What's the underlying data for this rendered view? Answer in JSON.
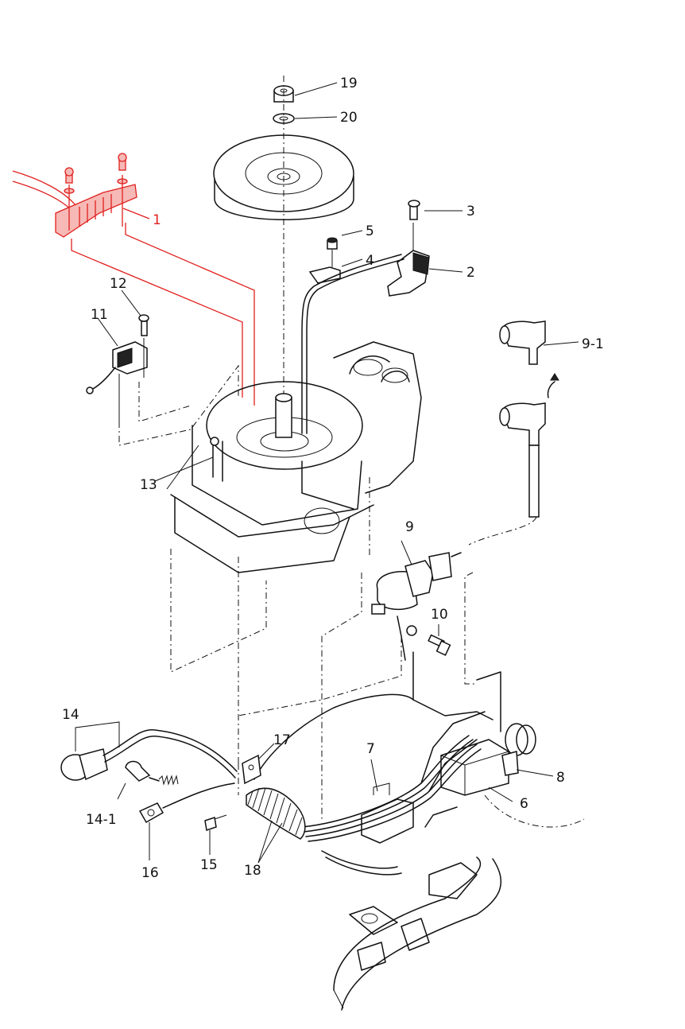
{
  "colors": {
    "highlight": "#e0201e",
    "line": "#111111",
    "background": "#ffffff"
  },
  "labels": {
    "p1": "1",
    "p2": "2",
    "p3": "3",
    "p4": "4",
    "p5": "5",
    "p6": "6",
    "p7": "7",
    "p8": "8",
    "p9": "9",
    "p9_1": "9-1",
    "p10": "10",
    "p11": "11",
    "p12": "12",
    "p13": "13",
    "p14": "14",
    "p14_1": "14-1",
    "p15": "15",
    "p16": "16",
    "p17": "17",
    "p18": "18",
    "p19": "19",
    "p20": "20"
  }
}
